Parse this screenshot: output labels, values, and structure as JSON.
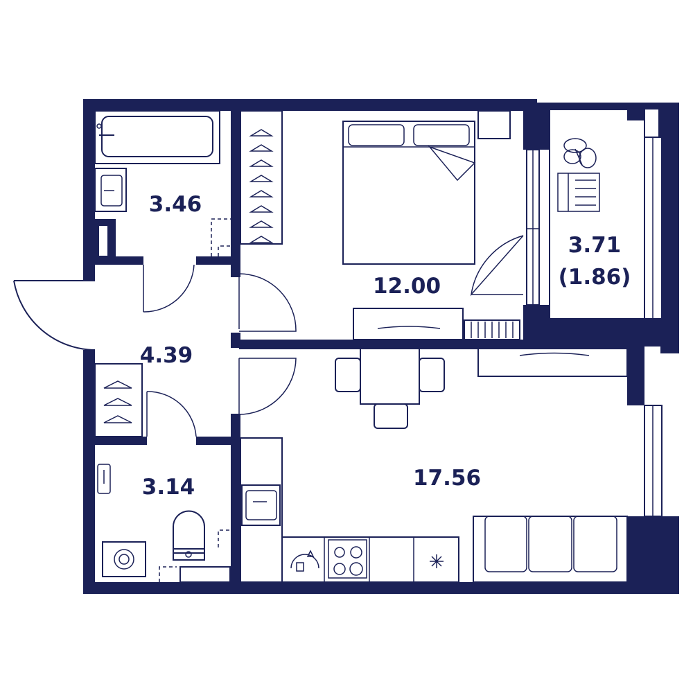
{
  "plan": {
    "wall_color": "#1b2157",
    "background_color": "#ffffff",
    "rooms": {
      "bathroom": {
        "area": "3.46"
      },
      "hallway": {
        "area": "4.39"
      },
      "toilet": {
        "area": "3.14"
      },
      "bedroom": {
        "area": "12.00"
      },
      "kitchen_living": {
        "area": "17.56"
      },
      "balcony": {
        "area": "3.71",
        "reduced_area": "(1.86)"
      }
    }
  }
}
